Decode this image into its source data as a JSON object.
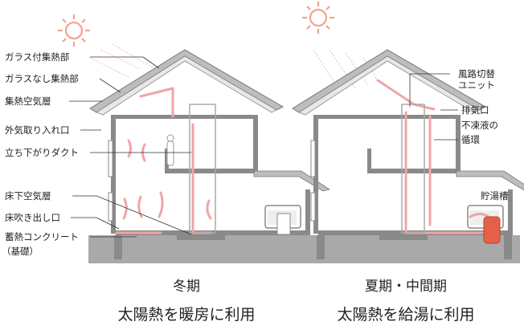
{
  "winter": {
    "labels": {
      "glass_collector": "ガラス付集熱部",
      "nonglass_collector": "ガラスなし集熱部",
      "air_layer": "集熱空気層",
      "outside_air_intake": "外気取り入れ口",
      "down_duct": "立ち下がりダクト",
      "underfloor_air_layer": "床下空気層",
      "floor_outlet": "床吹き出し口",
      "concrete": "蓄熱コンクリート",
      "foundation": "（基礎）"
    },
    "season": "冬期",
    "purpose": "太陽熱を暖房に利用"
  },
  "summer": {
    "labels": {
      "switch_unit_1": "風路切替",
      "switch_unit_2": "ユニット",
      "exhaust": "排気口",
      "antifreeze_1": "不凍液の",
      "antifreeze_2": "循環",
      "tank": "貯湯槽"
    },
    "season": "夏期・中間期",
    "purpose": "太陽熱を給湯に利用"
  },
  "colors": {
    "sun": "#f3a28e",
    "air_flow": "#f0a4a8",
    "wall": "#8a8a8a",
    "ground": "#a9a9a9",
    "roof": "#c8c8c8",
    "tank": "#e5604a"
  }
}
